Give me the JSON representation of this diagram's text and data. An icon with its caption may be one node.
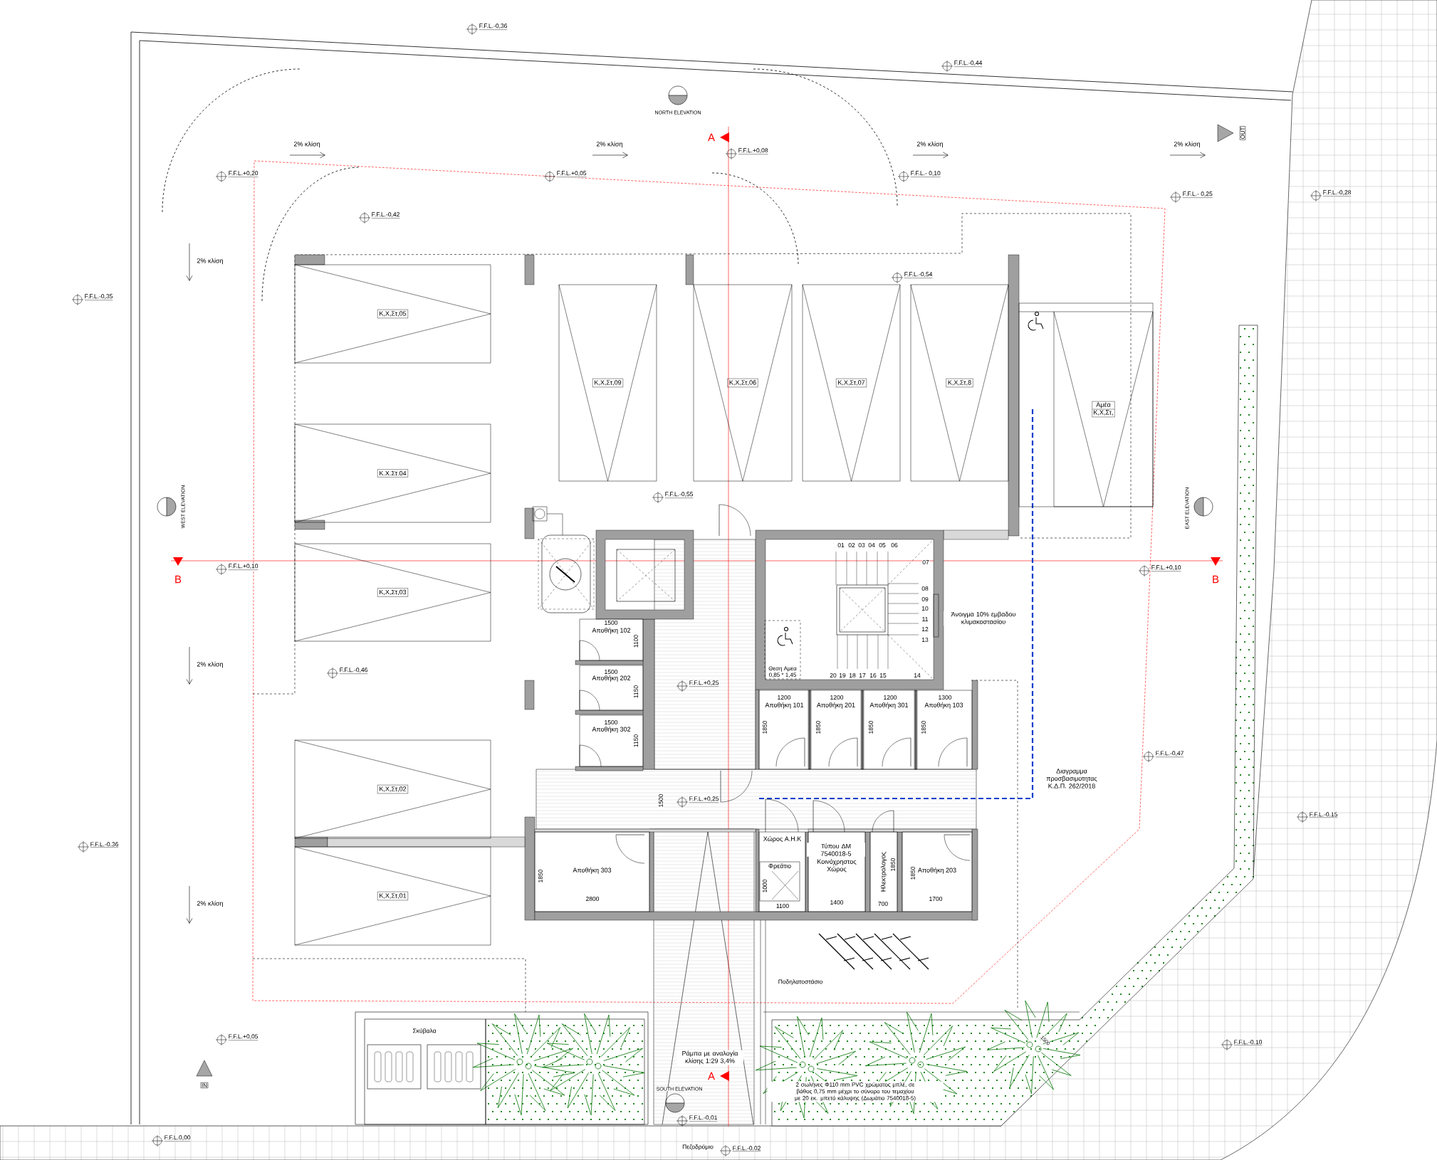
{
  "diagram": {
    "nodes": [
      {
        "text": [
          "Κ,Χ,Στ,05"
        ]
      },
      {
        "text": [
          "Κ,Χ,Στ,09"
        ]
      },
      {
        "text": [
          "Κ,Χ,Στ,06"
        ]
      },
      {
        "text": [
          "Κ,Χ,Στ,07"
        ]
      },
      {
        "text": [
          "Κ,Χ,Στ,8"
        ]
      },
      {
        "text": [
          "Αμέα",
          "Κ,Χ,Στ,"
        ]
      },
      {
        "text": [
          "Κ.Χ.Στ.04"
        ]
      },
      {
        "text": [
          "Κ,Χ,Στ,03"
        ]
      },
      {
        "text": [
          "Αποθήκη 102"
        ]
      },
      {
        "text": [
          "Θεση Αμεα 0,85 * 1,45"
        ]
      },
      {
        "text": [
          "Αποθήκη 202"
        ]
      },
      {
        "text": [
          "Αποθήκη 302"
        ]
      },
      {
        "text": [
          "Αποθήκη 101"
        ]
      },
      {
        "text": [
          "Αποθήκη 201"
        ]
      },
      {
        "text": [
          "Αποθήκη 301"
        ]
      },
      {
        "text": [
          "Αποθήκη 103"
        ]
      },
      {
        "text": [
          "Κ,Χ,Στ,02"
        ]
      },
      {
        "text": [
          "Χώρος Α.Η.Κ"
        ]
      },
      {
        "text": [
          "Φρεάτιο"
        ],
        "in": 17
      },
      {
        "text": [
          "Κοινόχρηστος Χώρος"
        ]
      },
      {
        "text": [
          "Ηλεκτρολογος"
        ]
      },
      {
        "text": [
          "Αποθήκη 203"
        ]
      },
      {
        "text": [
          "Αποθήκη 303"
        ]
      },
      {
        "text": [
          "Κ,Χ,Στ,01"
        ]
      }
    ],
    "labels": [
      "F.F.L.-0,36",
      "F.F.L.-0,44",
      "NORTH ELEVATION",
      "A",
      "F.F.L.+0,08",
      "2% κλίση",
      "2% κλίση",
      "2% κλίση",
      "2% κλίση",
      "OUT",
      "F.F.L.+0,20",
      "F.F.L.+0,05",
      "F.F.L.- 0,10",
      "F.F.L.- 0,25",
      "F.F.L.-0,28",
      "F.F.L.-0,42",
      "2% κλίση",
      "F.F.L.-0,54",
      "F.F.L.-0,35",
      "F.F.L.-0,55",
      "WEST ELEVATION",
      "EAST ELEVATION",
      "01",
      "02",
      "03",
      "04",
      "05",
      "06",
      "07",
      "B",
      "F.F.L.+0,10",
      "F.F.L.+0,10",
      "B",
      "08",
      "09",
      "10",
      "11",
      "12",
      "13",
      "Άνοιγμα 10% εμβαδου κλιμακοστασίου",
      "1500",
      "1100",
      "20",
      "19",
      "18",
      "17",
      "16",
      "15",
      "14",
      "F.F.L.-0,46",
      "2% κλίση",
      "1500",
      "1150",
      "F.F.L.+0,25",
      "1200",
      "1200",
      "1200",
      "1300",
      "1500",
      "1150",
      "1850",
      "1850",
      "1850",
      "1850",
      "F.F.L.-0,47",
      "Διαγραμμα προσβασιμοτητας Κ.Δ.Π. 262/2018",
      "1500",
      "F.F.L.+0,25",
      "F.F.L.-0.15",
      "F.F.L.-0.36",
      "Τύπου ΔΜ 7540018-5",
      "1850",
      "1000",
      "1850",
      "1850",
      "2800",
      "1100",
      "1400",
      "700",
      "1700",
      "2% κλίση",
      "Ποδηλατοστάσιο",
      "Σκύβαλα",
      "F.F.L.+0,05",
      "F.F.L.-0.10",
      "1500",
      "Ράμπα με αναλογία κλίσης 1:29 3,4%",
      "A",
      "IN",
      "2 σωλήνες Φ110 mm PVC χρώματος μπλέ, σε βάθος 0,75 mm μέχρι το σύνορο του τεμαχίου με 20 εκ. μπετό κάλυψης (Δωμάτιο 7540018-5)",
      "SOUTH ELEVATION",
      "F.F.L.-0,01",
      "F.F.L.0,00",
      "Πεζοδρόμιο",
      "F.F.L.-0.02"
    ]
  }
}
